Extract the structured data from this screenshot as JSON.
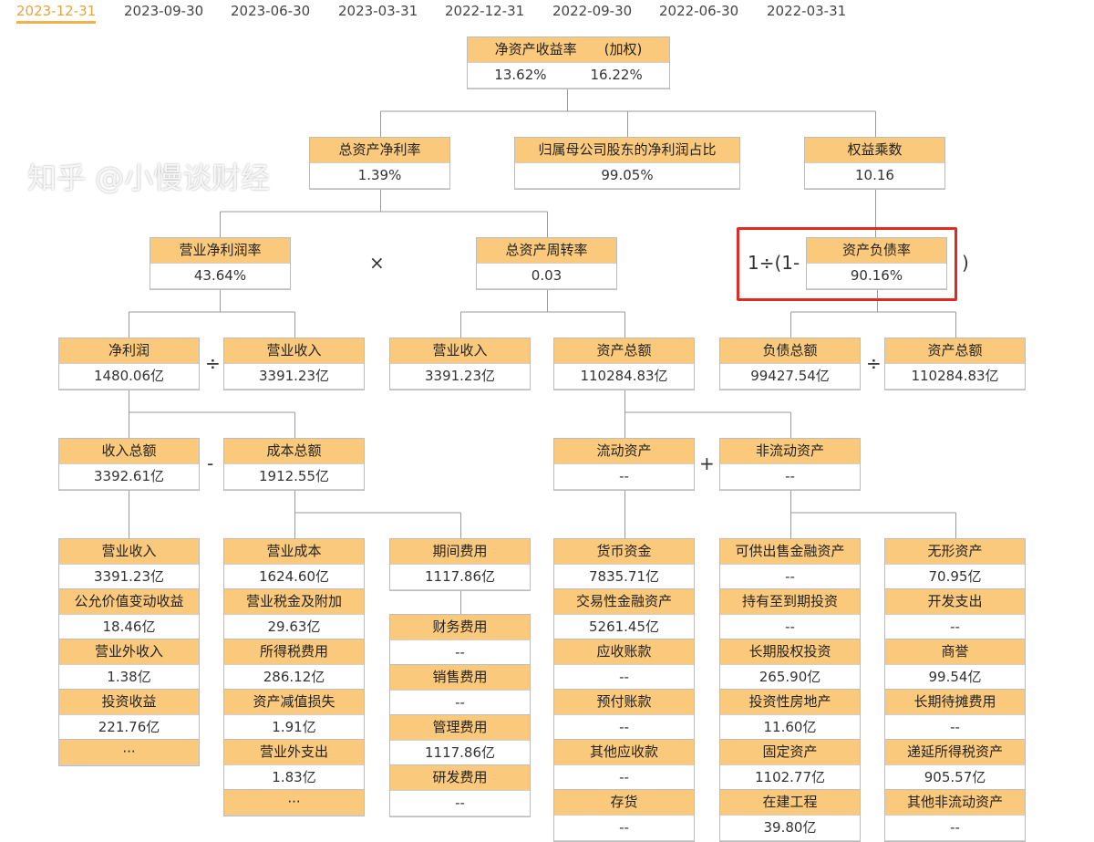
{
  "tabs": [
    "2023-12-31",
    "2023-09-30",
    "2023-06-30",
    "2023-03-31",
    "2022-12-31",
    "2022-09-30",
    "2022-06-30",
    "2022-03-31"
  ],
  "active_tab": "2023-12-31",
  "accent_color": "#f0b24a",
  "header_color": "#fbc97b",
  "roe": {
    "label": "净资产收益率",
    "label2": "(加权)",
    "value1": "13.62%",
    "value2": "16.22%"
  },
  "nodes": [
    {
      "label": "总资产净利率",
      "value": "1.39%"
    },
    {
      "label": "归属母公司股东的净利润占比",
      "value": "99.05%"
    },
    {
      "label": "权益乘数",
      "value": "10.16"
    },
    {
      "label": "营业净利润率",
      "value": "43.64%"
    },
    {
      "label": "总资产周转率",
      "value": "0.03"
    },
    {
      "label": "资产负债率",
      "value": "90.16%"
    },
    {
      "label": "净利润",
      "value": "1480.06亿"
    },
    {
      "label": "营业收入",
      "value": "3391.23亿"
    },
    {
      "label": "营业收入",
      "value": "3391.23亿"
    },
    {
      "label": "资产总额",
      "value": "110284.83亿"
    },
    {
      "label": "负债总额",
      "value": "99427.54亿"
    },
    {
      "label": "资产总额",
      "value": "110284.83亿"
    },
    {
      "label": "收入总额",
      "value": "3392.61亿"
    },
    {
      "label": "成本总额",
      "value": "1912.55亿"
    },
    {
      "label": "流动资产",
      "value": "--"
    },
    {
      "label": "非流动资产",
      "value": "--"
    },
    {
      "label": "期间费用",
      "value": "1117.86亿"
    }
  ],
  "operators": [
    "×",
    "÷",
    "÷",
    "-",
    "+"
  ],
  "formula": {
    "prefix": "1÷(1-",
    "suffix": ")"
  },
  "columns": [
    [
      {
        "label": "营业收入",
        "value": "3391.23亿"
      },
      {
        "label": "公允价值变动收益",
        "value": "18.46亿"
      },
      {
        "label": "营业外收入",
        "value": "1.38亿"
      },
      {
        "label": "投资收益",
        "value": "221.76亿"
      },
      {
        "label": "···"
      }
    ],
    [
      {
        "label": "营业成本",
        "value": "1624.60亿"
      },
      {
        "label": "营业税金及附加",
        "value": "29.63亿"
      },
      {
        "label": "所得税费用",
        "value": "286.12亿"
      },
      {
        "label": "资产减值损失",
        "value": "1.91亿"
      },
      {
        "label": "营业外支出",
        "value": "1.83亿"
      },
      {
        "label": "···"
      }
    ],
    [
      {
        "label": "财务费用",
        "value": "--"
      },
      {
        "label": "销售费用",
        "value": "--"
      },
      {
        "label": "管理费用",
        "value": "1117.86亿"
      },
      {
        "label": "研发费用",
        "value": "--"
      }
    ],
    [
      {
        "label": "货币资金",
        "value": "7835.71亿"
      },
      {
        "label": "交易性金融资产",
        "value": "5261.45亿"
      },
      {
        "label": "应收账款",
        "value": "--"
      },
      {
        "label": "预付账款",
        "value": "--"
      },
      {
        "label": "其他应收款",
        "value": "--"
      },
      {
        "label": "存货",
        "value": "--"
      }
    ],
    [
      {
        "label": "可供出售金融资产",
        "value": "--"
      },
      {
        "label": "持有至到期投资",
        "value": "--"
      },
      {
        "label": "长期股权投资",
        "value": "265.90亿"
      },
      {
        "label": "投资性房地产",
        "value": "11.60亿"
      },
      {
        "label": "固定资产",
        "value": "1102.77亿"
      },
      {
        "label": "在建工程",
        "value": "39.80亿"
      }
    ],
    [
      {
        "label": "无形资产",
        "value": "70.95亿"
      },
      {
        "label": "开发支出",
        "value": "--"
      },
      {
        "label": "商誉",
        "value": "99.54亿"
      },
      {
        "label": "长期待摊费用",
        "value": "--"
      },
      {
        "label": "递延所得税资产",
        "value": "905.57亿"
      },
      {
        "label": "其他非流动资产",
        "value": "--"
      }
    ]
  ],
  "watermark": "知乎 @小慢谈财经"
}
